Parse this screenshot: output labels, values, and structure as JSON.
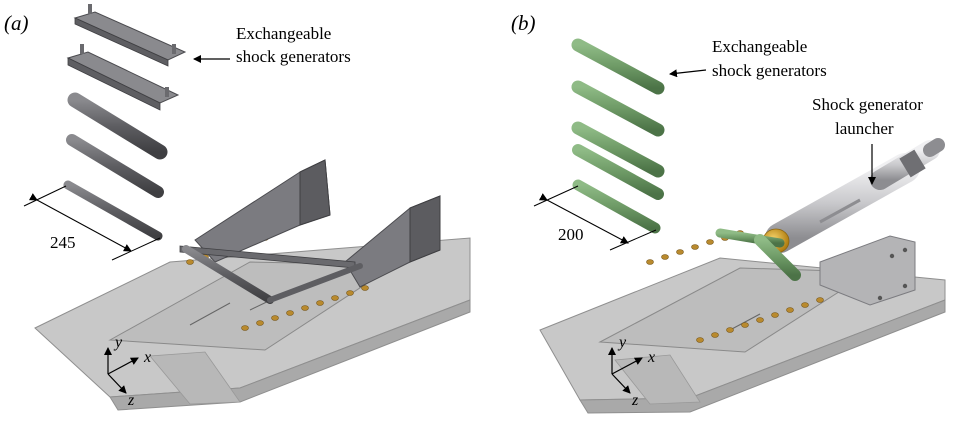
{
  "panel_a": {
    "label": "(a)",
    "annotation_line1": "Exchangeable",
    "annotation_line2": "shock generators",
    "dimension": "245",
    "axis_y": "y",
    "axis_x": "x",
    "axis_z": "z"
  },
  "panel_b": {
    "label": "(b)",
    "annotation_line1": "Exchangeable",
    "annotation_line2": "shock generators",
    "launcher_line1": "Shock generator",
    "launcher_line2": "launcher",
    "dimension": "200",
    "axis_y": "y",
    "axis_x": "x",
    "axis_z": "z"
  },
  "colors": {
    "plate": "#c8c8c8",
    "plate_dark": "#a9a9a9",
    "steel": "#6f6f73",
    "green": "#6e9a66",
    "brass": "#b98a2e",
    "gold": "#d9a21a",
    "silver": "#cfcfd2"
  }
}
